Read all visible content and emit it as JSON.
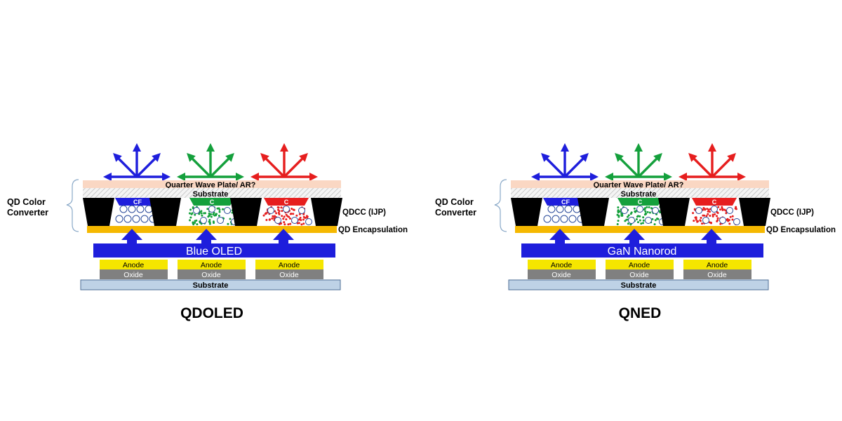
{
  "colors": {
    "blue": "#1e1edc",
    "green": "#14a03c",
    "red": "#e61e1e",
    "quarter_wave": "#fad7c3",
    "substrate_hatch": "#dcdcdc",
    "bank": "#000000",
    "encapsulation": "#f5b800",
    "anode": "#f5e600",
    "oxide": "#808080",
    "substrate_base": "#bed2e6",
    "outline": "#8aa9c8"
  },
  "diagrams": [
    {
      "title": "QDOLED",
      "left_label_line1": "QD Color",
      "left_label_line2": "Converter",
      "quarter_wave_label": "Quarter Wave Plate/ AR?",
      "substrate_top_label": "Substrate",
      "qdcc_label": "QDCC (IJP)",
      "encapsulation_label": "QD Encapsulation",
      "emitter_label": "Blue OLED",
      "pixels": [
        {
          "cf_label": "CF",
          "anode": "Anode",
          "oxide": "Oxide"
        },
        {
          "cf_label": "C",
          "anode": "Anode",
          "oxide": "Oxide"
        },
        {
          "cf_label": "C",
          "anode": "Anode",
          "oxide": "Oxide"
        }
      ],
      "substrate_bottom_label": "Substrate"
    },
    {
      "title": "QNED",
      "left_label_line1": "QD Color",
      "left_label_line2": "Converter",
      "quarter_wave_label": "Quarter Wave Plate/ AR?",
      "substrate_top_label": "Substrate",
      "qdcc_label": "QDCC (IJP)",
      "encapsulation_label": "QD Encapsulation",
      "emitter_label": "GaN Nanorod",
      "pixels": [
        {
          "cf_label": "CF",
          "anode": "Anode",
          "oxide": "Oxide"
        },
        {
          "cf_label": "C",
          "anode": "Anode",
          "oxide": "Oxide"
        },
        {
          "cf_label": "C",
          "anode": "Anode",
          "oxide": "Oxide"
        }
      ],
      "substrate_bottom_label": "Substrate"
    }
  ]
}
